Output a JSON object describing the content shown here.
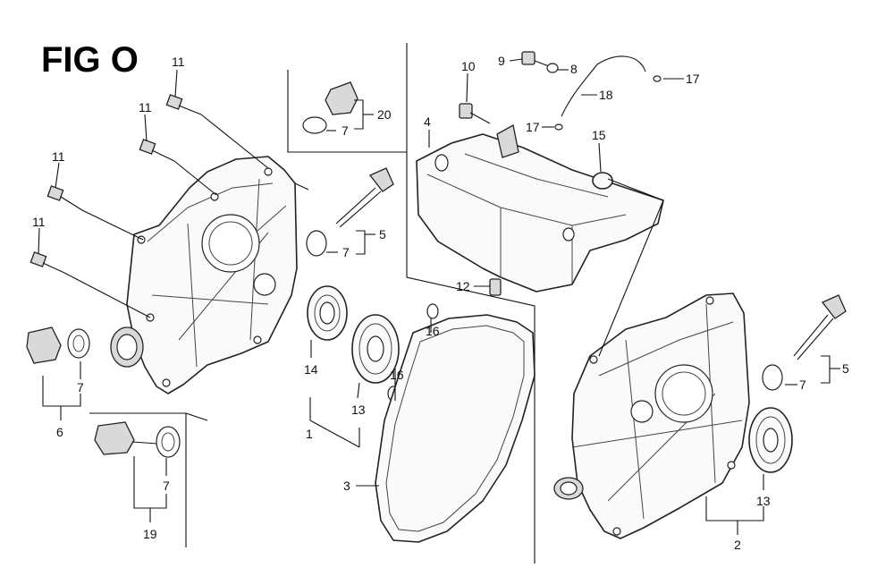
{
  "figure": {
    "title": "FIG O"
  },
  "callouts": [
    {
      "id": "c11a",
      "label": "11"
    },
    {
      "id": "c11b",
      "label": "11"
    },
    {
      "id": "c11c",
      "label": "11"
    },
    {
      "id": "c11d",
      "label": "11"
    },
    {
      "id": "c20",
      "label": "20"
    },
    {
      "id": "c7a",
      "label": "7"
    },
    {
      "id": "c7b",
      "label": "7"
    },
    {
      "id": "c5a",
      "label": "5"
    },
    {
      "id": "c14",
      "label": "14"
    },
    {
      "id": "c13a",
      "label": "13"
    },
    {
      "id": "c16a",
      "label": "16"
    },
    {
      "id": "c16b",
      "label": "16"
    },
    {
      "id": "c1",
      "label": "1"
    },
    {
      "id": "c7c",
      "label": "7"
    },
    {
      "id": "c6",
      "label": "6"
    },
    {
      "id": "c7d",
      "label": "7"
    },
    {
      "id": "c19",
      "label": "19"
    },
    {
      "id": "c3",
      "label": "3"
    },
    {
      "id": "c10",
      "label": "10"
    },
    {
      "id": "c9",
      "label": "9"
    },
    {
      "id": "c8",
      "label": "8"
    },
    {
      "id": "c17a",
      "label": "17"
    },
    {
      "id": "c18",
      "label": "18"
    },
    {
      "id": "c17b",
      "label": "17"
    },
    {
      "id": "c4",
      "label": "4"
    },
    {
      "id": "c15",
      "label": "15"
    },
    {
      "id": "c12",
      "label": "12"
    },
    {
      "id": "c5b",
      "label": "5"
    },
    {
      "id": "c7e",
      "label": "7"
    },
    {
      "id": "c13b",
      "label": "13"
    },
    {
      "id": "c2",
      "label": "2"
    }
  ]
}
